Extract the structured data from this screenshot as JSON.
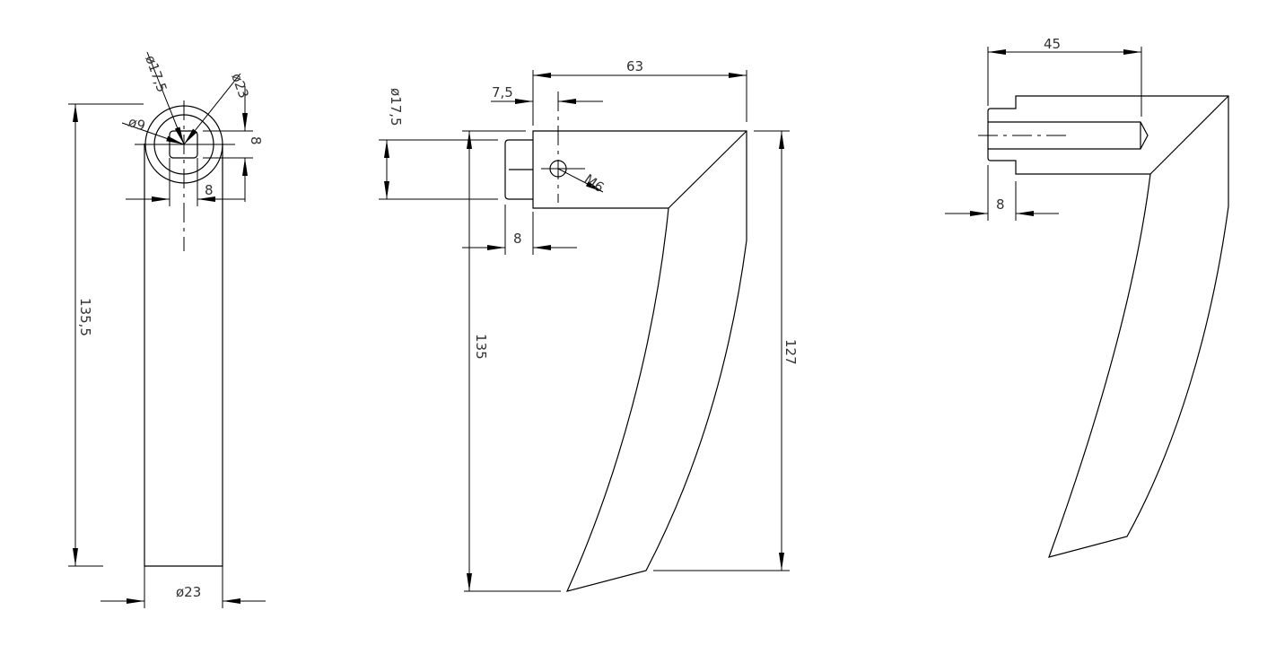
{
  "front_view": {
    "dia_outer": "ø23",
    "dia_mid": "ø17,5",
    "dia_inner": "ø9",
    "dia_top": "ø23",
    "width_8": "8",
    "height_8": "8",
    "height": "135,5"
  },
  "side_view": {
    "length": "63",
    "offset": "7,5",
    "pin_dia": "ø17,5",
    "pin_len": "8",
    "thread": "M6",
    "height_total": "135",
    "height_right": "127"
  },
  "section_view": {
    "bore_depth": "45",
    "pin_len": "8"
  }
}
